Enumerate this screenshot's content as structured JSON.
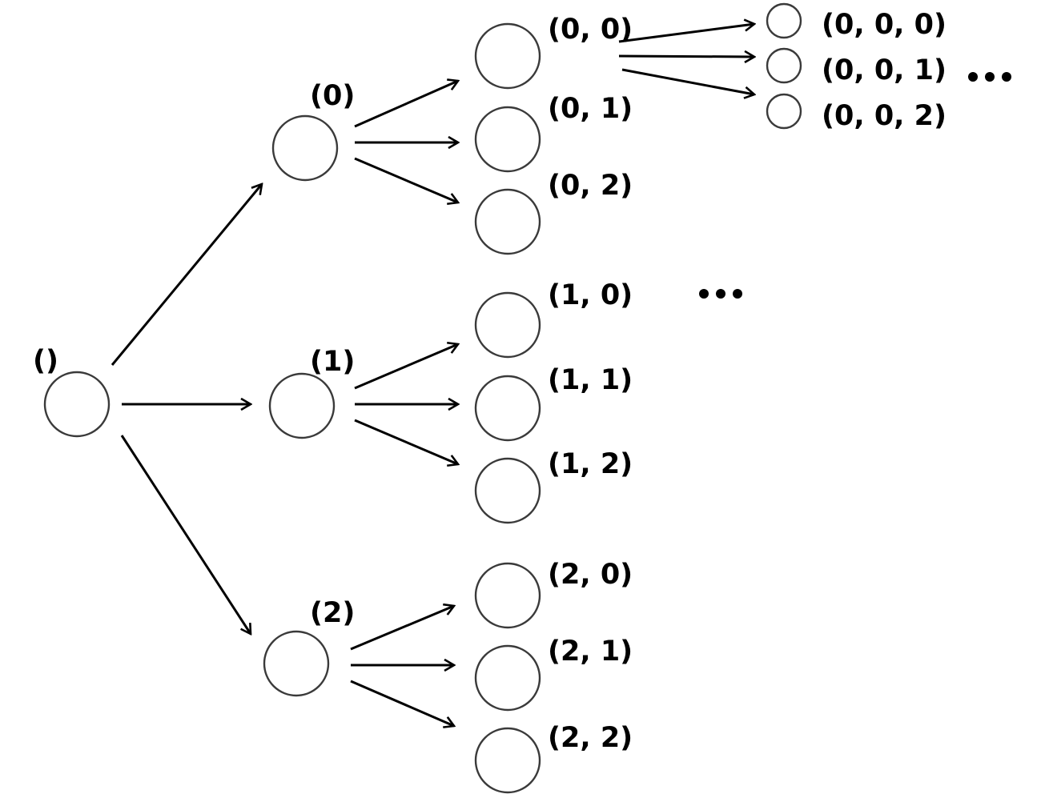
{
  "nodes": {
    "root": "()",
    "n0": "(0)",
    "n1": "(1)",
    "n2": "(2)",
    "n00": "(0, 0)",
    "n01": "(0, 1)",
    "n02": "(0, 2)",
    "n10": "(1, 0)",
    "n11": "(1, 1)",
    "n12": "(1, 2)",
    "n20": "(2, 0)",
    "n21": "(2, 1)",
    "n22": "(2, 2)",
    "n000": "(0, 0, 0)",
    "n001": "(0, 0, 1)",
    "n002": "(0, 0, 2)"
  },
  "colors": {
    "node_stroke": "#3a3a3a",
    "edge": "#000000",
    "text": "#000000",
    "background": "#ffffff"
  }
}
